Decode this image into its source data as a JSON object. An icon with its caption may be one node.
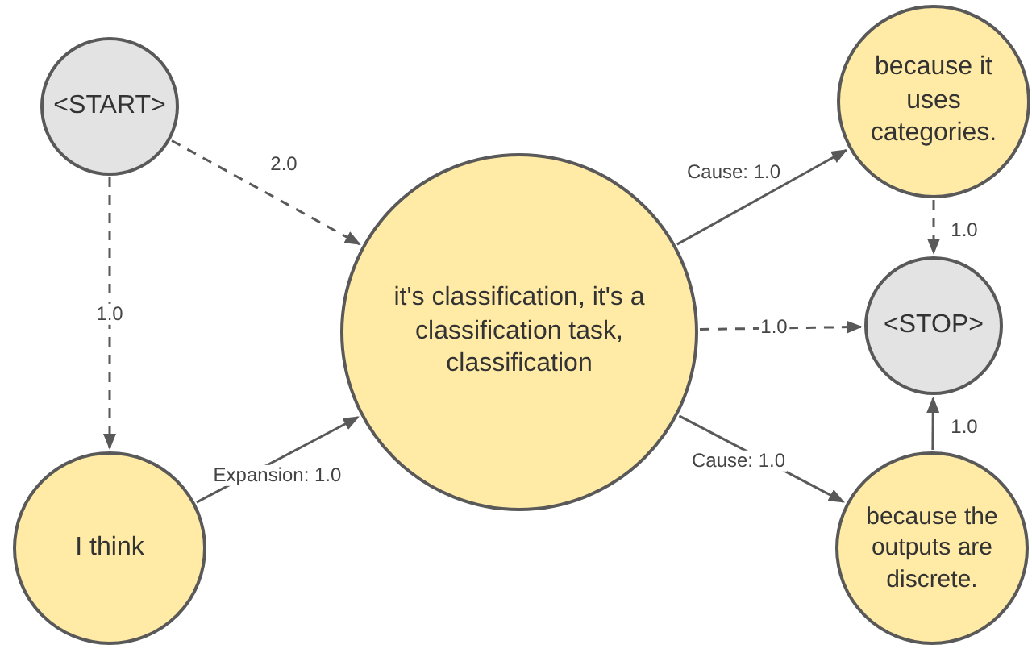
{
  "diagram": {
    "nodes": [
      {
        "text": [
          "<START>"
        ]
      },
      {
        "text": [
          "because it uses categories."
        ]
      },
      {
        "text": [
          "it's classification, it's a classification task, classification"
        ]
      },
      {
        "text": [
          "<STOP>"
        ]
      },
      {
        "text": [
          "I think"
        ]
      },
      {
        "text": [
          "because the outputs are discrete."
        ]
      }
    ],
    "edges": [
      {
        "from": 0,
        "to": 2,
        "arrow": "to",
        "label": "2.0",
        "style": "dashed"
      },
      {
        "from": 0,
        "to": 4,
        "arrow": "to",
        "label": "1.0",
        "style": "dashed"
      },
      {
        "from": 4,
        "to": 2,
        "arrow": "to",
        "label": "Expansion: 1.0"
      },
      {
        "from": 2,
        "to": 1,
        "arrow": "to",
        "label": "Cause: 1.0"
      },
      {
        "from": 2,
        "to": 3,
        "arrow": "to",
        "label": "1.0",
        "style": "dashed"
      },
      {
        "from": 2,
        "to": 5,
        "arrow": "to",
        "label": "Cause: 1.0"
      },
      {
        "from": 1,
        "to": 3,
        "arrow": "to",
        "label": "1.0",
        "style": "dashed"
      },
      {
        "from": 5,
        "to": 3,
        "arrow": "to",
        "label": "1.0"
      }
    ]
  }
}
